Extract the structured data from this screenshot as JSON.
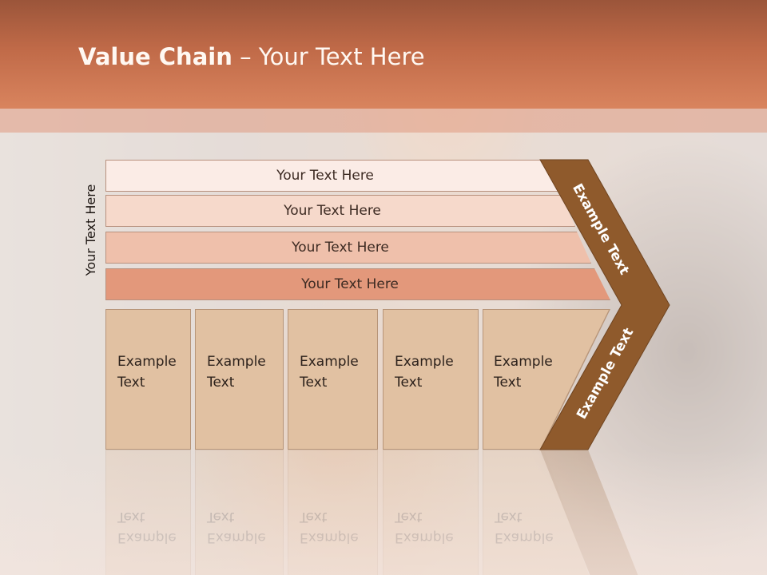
{
  "title": {
    "bold": "Value Chain",
    "rest": " – Your Text Here"
  },
  "side_label": "Your Text Here",
  "bars": [
    {
      "label": "Your Text Here",
      "color": "#fbece6"
    },
    {
      "label": "Your Text Here",
      "color": "#f6d9cb"
    },
    {
      "label": "Your Text Here",
      "color": "#efc0ab"
    },
    {
      "label": "Your Text Here",
      "color": "#e3987b"
    }
  ],
  "boxes": [
    {
      "line1": "Example",
      "line2": "Text"
    },
    {
      "line1": "Example",
      "line2": "Text"
    },
    {
      "line1": "Example",
      "line2": "Text"
    },
    {
      "line1": "Example",
      "line2": "Text"
    },
    {
      "line1": "Example",
      "line2": "Text"
    }
  ],
  "chevron": {
    "upper_label": "Example Text",
    "lower_label": "Example Text",
    "color": "#8f5a2c"
  },
  "colors": {
    "header": "#c06a48",
    "box_fill": "#e1c1a2",
    "box_border": "#b79579"
  }
}
